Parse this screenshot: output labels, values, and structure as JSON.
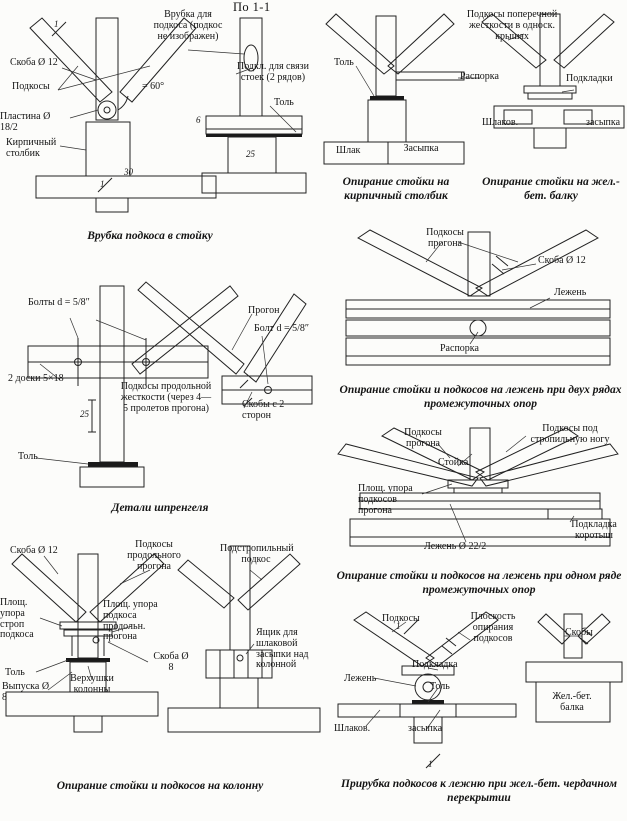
{
  "page": {
    "title": "По 1-1"
  },
  "panels": [
    {
      "caption": "Врубка подкоса в стойку",
      "labels": [
        "Врубка для подкоса (подкос не изображен)",
        "Подкл. для связи стоек (2 рядов)",
        "Скоба Ø 12",
        "Подкосы",
        "= 60°",
        "Пластина Ø 18/2",
        "Толь",
        "Кирпичный столбик",
        "6",
        "25",
        "30",
        "1",
        "1"
      ]
    },
    {
      "caption_left": "Опирание стойки на кирпичный столбик",
      "caption_right": "Опирание стойки на жел.-бет. балку",
      "labels": [
        "Толь",
        "Подкосы поперечной жесткости в односк. крышах",
        "Распорка",
        "Подкладки",
        "Шлак",
        "Засыпка",
        "Шлаков.",
        "засыпка"
      ]
    },
    {
      "caption": "Детали шпренгеля",
      "labels": [
        "Болты d = 5/8″",
        "Прогон",
        "Болт d = 5/8″",
        "2 доски 5×18",
        "Подкосы продольной жесткости (через 4—5 пролетов прогона)",
        "Скобы с 2 сторон",
        "Толь",
        "25"
      ]
    },
    {
      "caption": "Опирание стойки и подкосов на лежень при двух рядах промежуточных опор",
      "labels": [
        "Подкосы прогона",
        "Скоба Ø 12",
        "Лежень",
        "Распорка"
      ]
    },
    {
      "caption": "Опирание стойки и подкосов на лежень при одном ряде промежуточных опор",
      "labels": [
        "Подкосы под стропильную ногу",
        "Подкосы прогона",
        "Стойка",
        "Площ. упора подкосов прогона",
        "Подкладка коротыш",
        "Лежень Ø 22/2"
      ]
    },
    {
      "caption": "Опирание стойки и подкосов на колонну",
      "labels": [
        "Скоба Ø 12",
        "Подкосы продольного прогона",
        "Подстропильный подкос",
        "Площ. упора строп подкоса",
        "Площ. упора подкоса продольн. прогона",
        "Ящик для шлаковой засыпки над колонной",
        "Скоба Ø 8",
        "Толь",
        "Выпуска Ø 8",
        "Верхушки колонны"
      ]
    },
    {
      "caption": "Прирубка подкосов к лежню при жел.-бет. чердачном перекрытии",
      "labels": [
        "Подкосы",
        "Плоскость опирания подкосов",
        "Скобы",
        "Подкладка",
        "Толь",
        "Лежень",
        "Шлаков.",
        "засыпка",
        "Жел.-бет. балка",
        "1",
        "1"
      ]
    }
  ]
}
